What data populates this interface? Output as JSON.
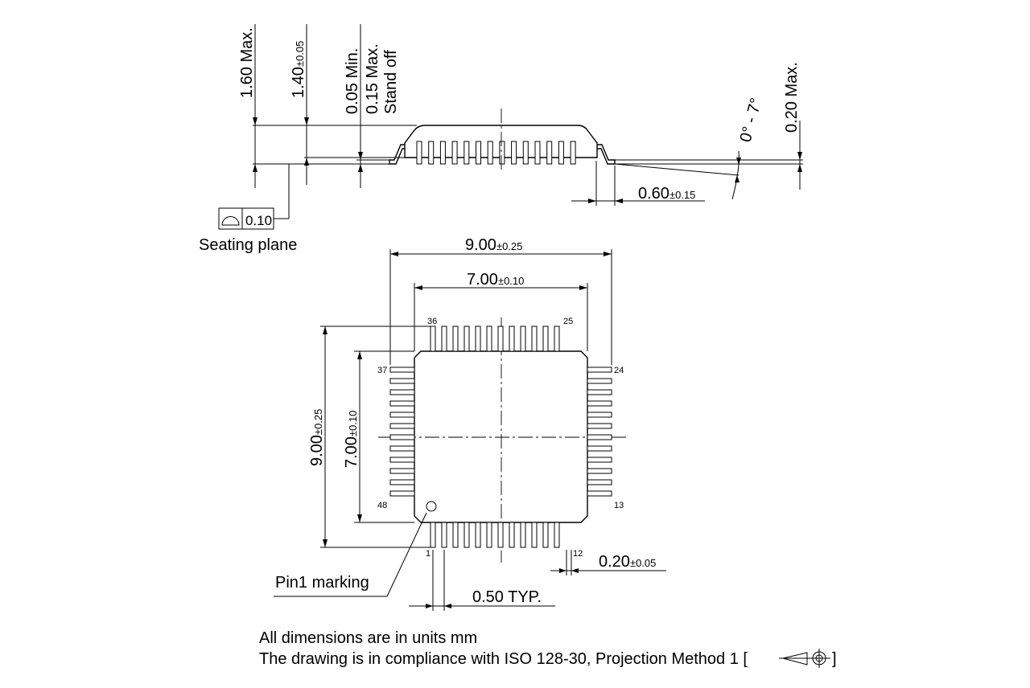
{
  "side_view": {
    "dim_160_max": "1.60 Max.",
    "dim_140": "1.40",
    "dim_140_tol": "±0.05",
    "dim_005_min": "0.05 Min.",
    "dim_015_max": "0.15 Max.",
    "stand_off": "Stand off",
    "angle": "0° - 7°",
    "dim_020_max": "0.20 Max.",
    "dim_060": "0.60",
    "dim_060_tol": "±0.15",
    "flatness_value": "0.10",
    "seating_plane": "Seating plane"
  },
  "top_view": {
    "width_900": "9.00",
    "width_900_tol": "±0.25",
    "width_700": "7.00",
    "width_700_tol": "±0.10",
    "height_900": "9.00",
    "height_900_tol": "±0.25",
    "height_700": "7.00",
    "height_700_tol": "±0.10",
    "pin_36": "36",
    "pin_25": "25",
    "pin_37": "37",
    "pin_24": "24",
    "pin_48": "48",
    "pin_13": "13",
    "pin_1": "1",
    "pin_12": "12",
    "lead_width": "0.20",
    "lead_width_tol": "±0.05",
    "pitch": "0.50 TYP.",
    "pin1_marking": "Pin1 marking"
  },
  "notes": {
    "units": "All dimensions are in units mm",
    "compliance": "The drawing is in compliance with ISO 128-30, Projection Method 1 [",
    "compliance_end": "]"
  }
}
